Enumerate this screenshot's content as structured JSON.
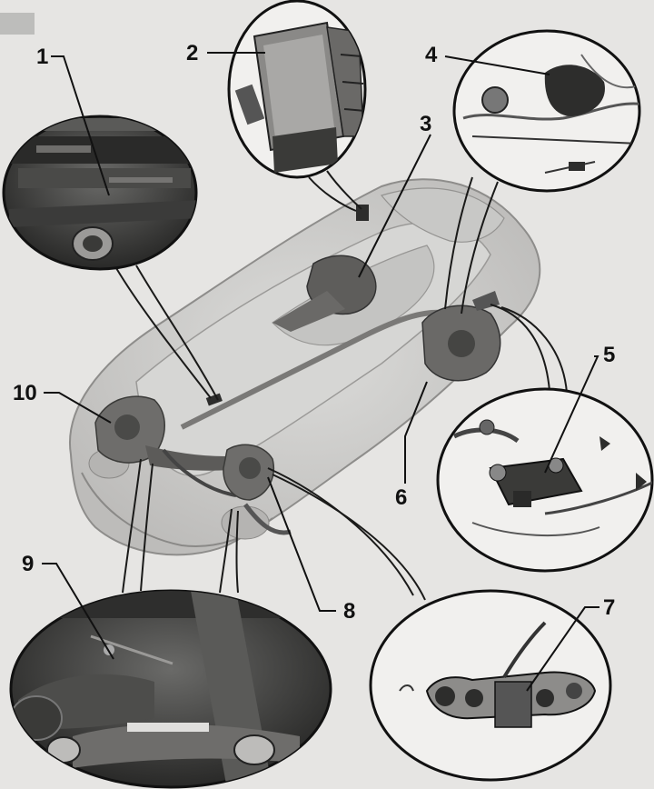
{
  "figure": {
    "callouts": [
      {
        "id": "1",
        "label": "1"
      },
      {
        "id": "2",
        "label": "2"
      },
      {
        "id": "3",
        "label": "3"
      },
      {
        "id": "4",
        "label": "4"
      },
      {
        "id": "5",
        "label": "5"
      },
      {
        "id": "6",
        "label": "6"
      },
      {
        "id": "7",
        "label": "7"
      },
      {
        "id": "8",
        "label": "8"
      },
      {
        "id": "9",
        "label": "9"
      },
      {
        "id": "10",
        "label": "10"
      }
    ],
    "colors": {
      "background": "#e6e5e3",
      "ink": "#111111",
      "car_body": "#cfcfcd",
      "detail_fill": "#f1f0ee",
      "dark_part": "#3a3a38"
    }
  }
}
